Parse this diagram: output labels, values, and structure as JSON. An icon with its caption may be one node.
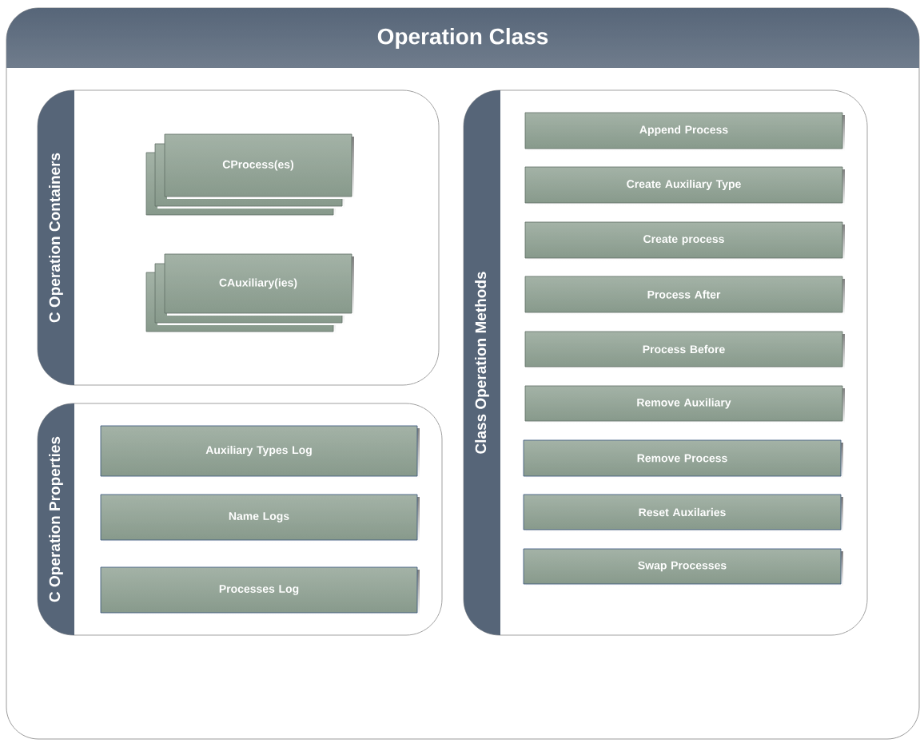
{
  "diagram": {
    "nodes": [
      {
        "text": [
          "Operation Class"
        ]
      },
      {
        "text": [
          "C Operation Containers"
        ],
        "in": 0
      },
      {
        "text": [
          "CProcess(es)"
        ],
        "in": 1
      },
      {
        "text": [
          "CAuxiliary(ies)"
        ],
        "in": 1
      },
      {
        "text": [
          "C Operation Properties"
        ],
        "in": 0
      },
      {
        "text": [
          "Auxiliary Types Log"
        ],
        "in": 4
      },
      {
        "text": [
          "Name Logs"
        ],
        "in": 4
      },
      {
        "text": [
          "Processes Log"
        ],
        "in": 4
      },
      {
        "text": [
          "Class Operation Methods"
        ],
        "in": 0
      },
      {
        "text": [
          "Append Process"
        ],
        "in": 8
      },
      {
        "text": [
          "Create Auxiliary Type"
        ],
        "in": 8
      },
      {
        "text": [
          "Create process"
        ],
        "in": 8
      },
      {
        "text": [
          "Process After"
        ],
        "in": 8
      },
      {
        "text": [
          "Process Before"
        ],
        "in": 8
      },
      {
        "text": [
          "Remove Auxiliary"
        ],
        "in": 8
      },
      {
        "text": [
          "Remove Process"
        ],
        "in": 8
      },
      {
        "text": [
          "Reset Auxilaries"
        ],
        "in": 8
      },
      {
        "text": [
          "Swap Processes"
        ],
        "in": 8
      }
    ]
  }
}
